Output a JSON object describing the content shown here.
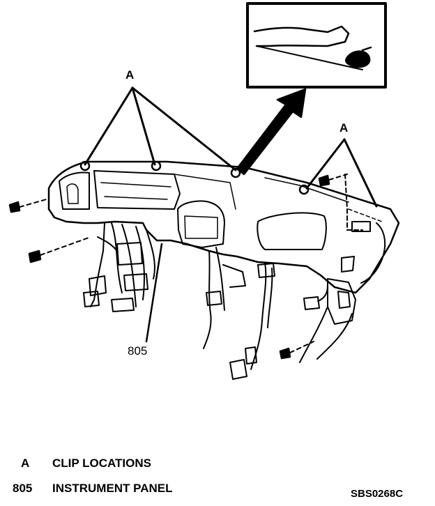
{
  "callouts": {
    "clip_label_left": "A",
    "clip_label_right": "A",
    "panel_number": "805"
  },
  "legend": [
    {
      "key": "A",
      "description": "CLIP LOCATIONS"
    },
    {
      "key": "805",
      "description": "INSTRUMENT PANEL"
    }
  ],
  "figure_code": "SBS0268C"
}
